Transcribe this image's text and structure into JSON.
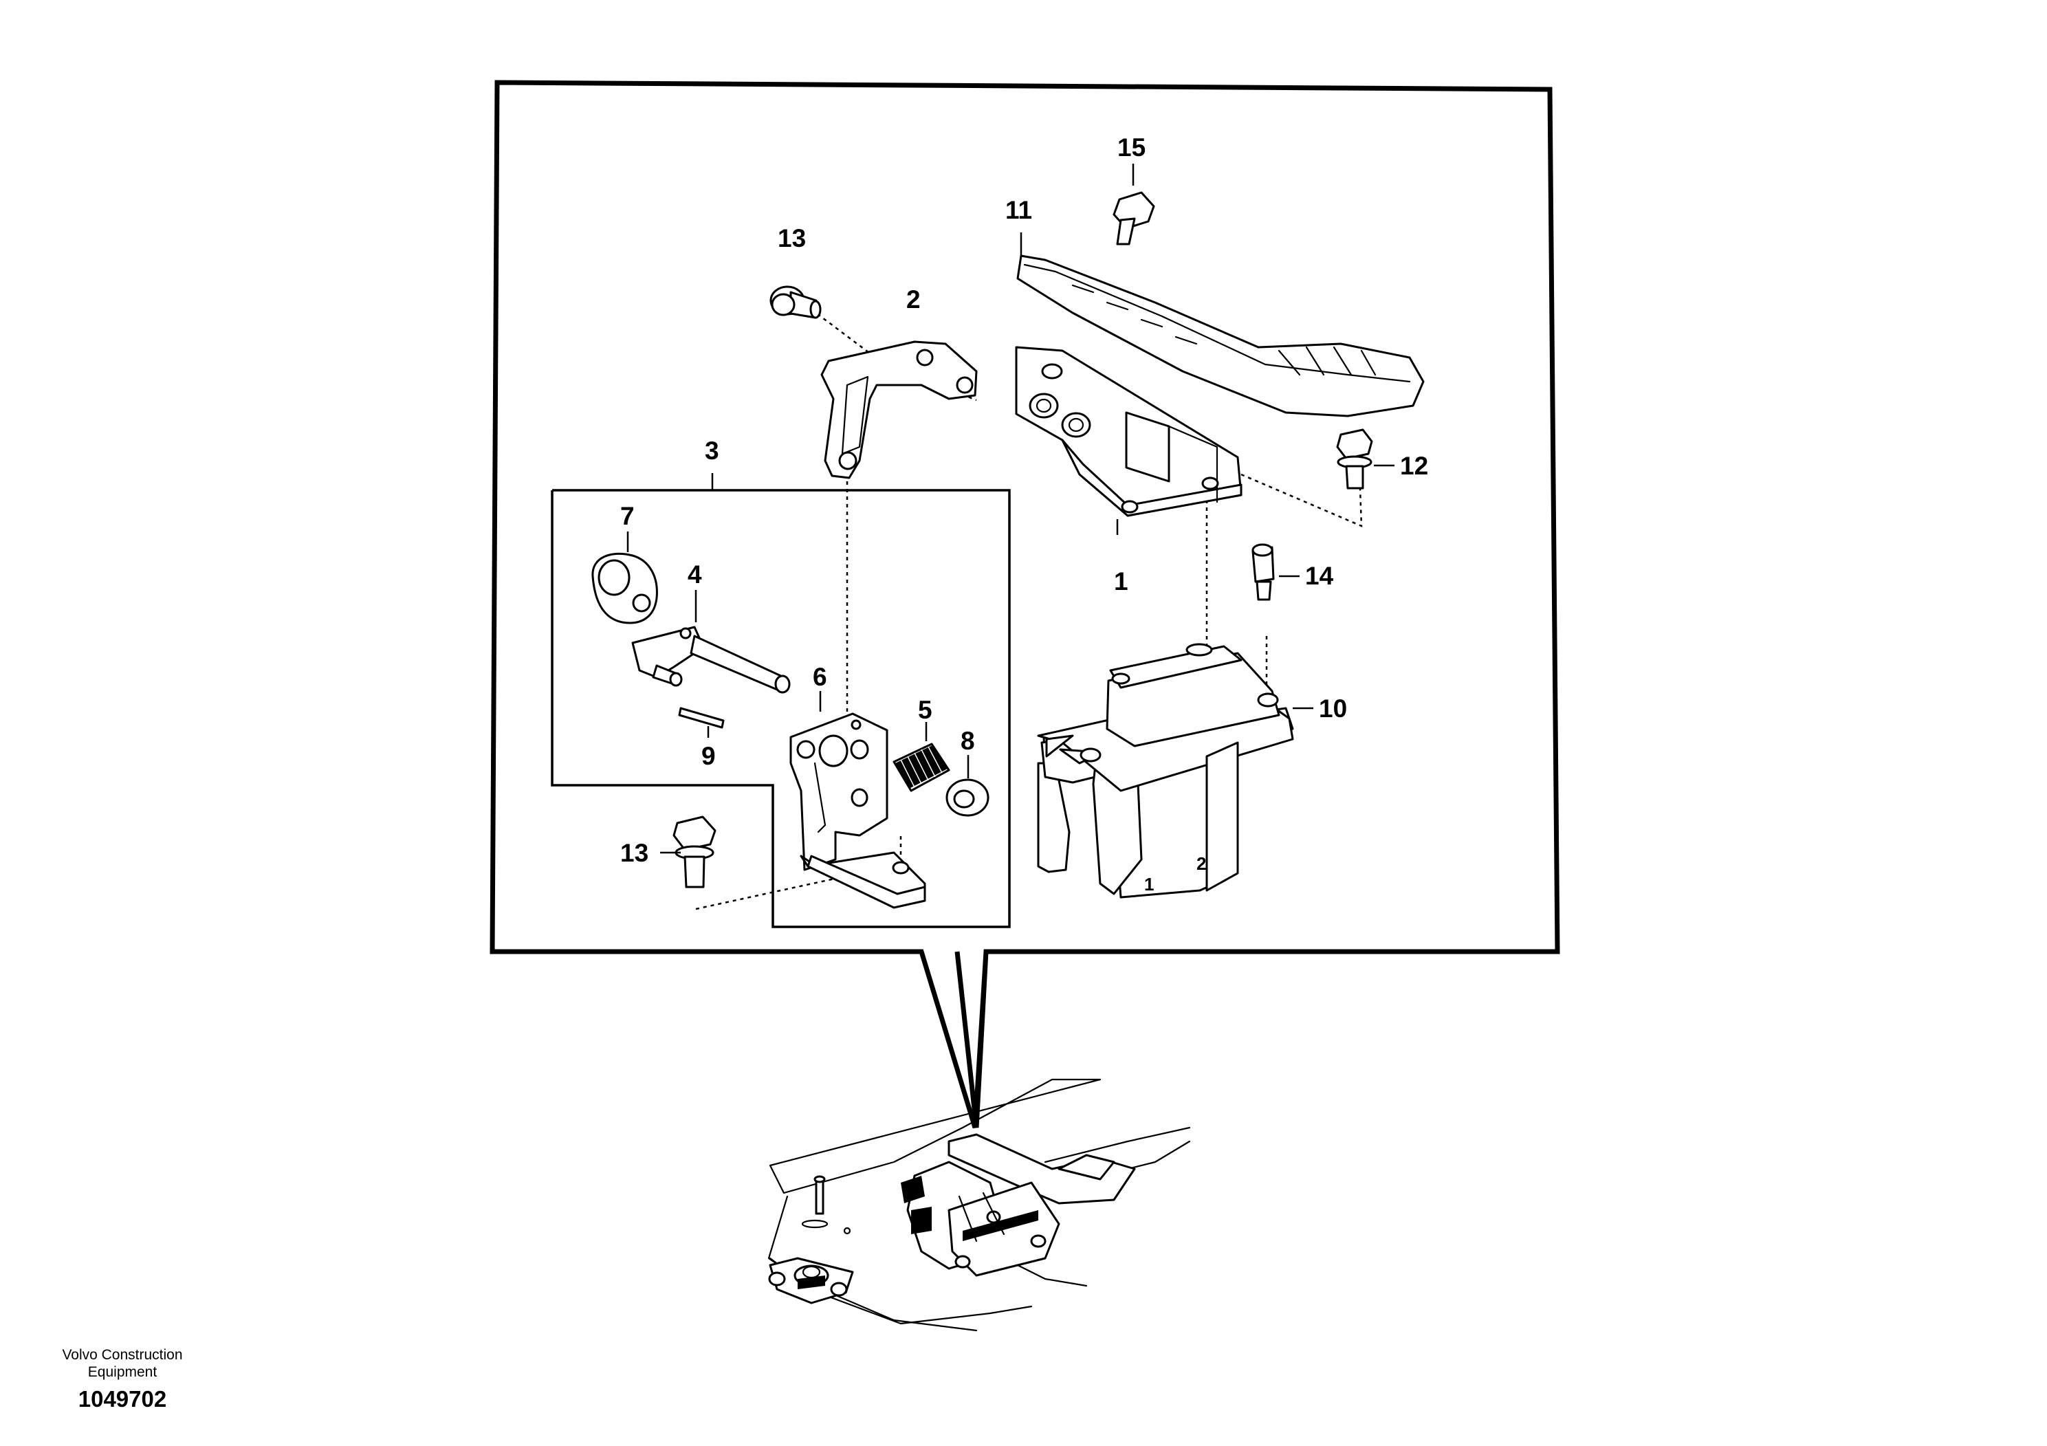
{
  "callouts": {
    "c1": "1",
    "c2": "2",
    "c3": "3",
    "c4": "4",
    "c5": "5",
    "c6": "6",
    "c7": "7",
    "c8": "8",
    "c9": "9",
    "c10": "10",
    "c11": "11",
    "c12": "12",
    "c13_top": "13",
    "c13_bottom": "13",
    "c14": "14",
    "c15": "15"
  },
  "valve_port_marks": {
    "port1": "1",
    "port2": "2"
  },
  "footer": {
    "company_line1": "Volvo Construction",
    "company_line2": "Equipment",
    "drawing_number": "1049702"
  }
}
